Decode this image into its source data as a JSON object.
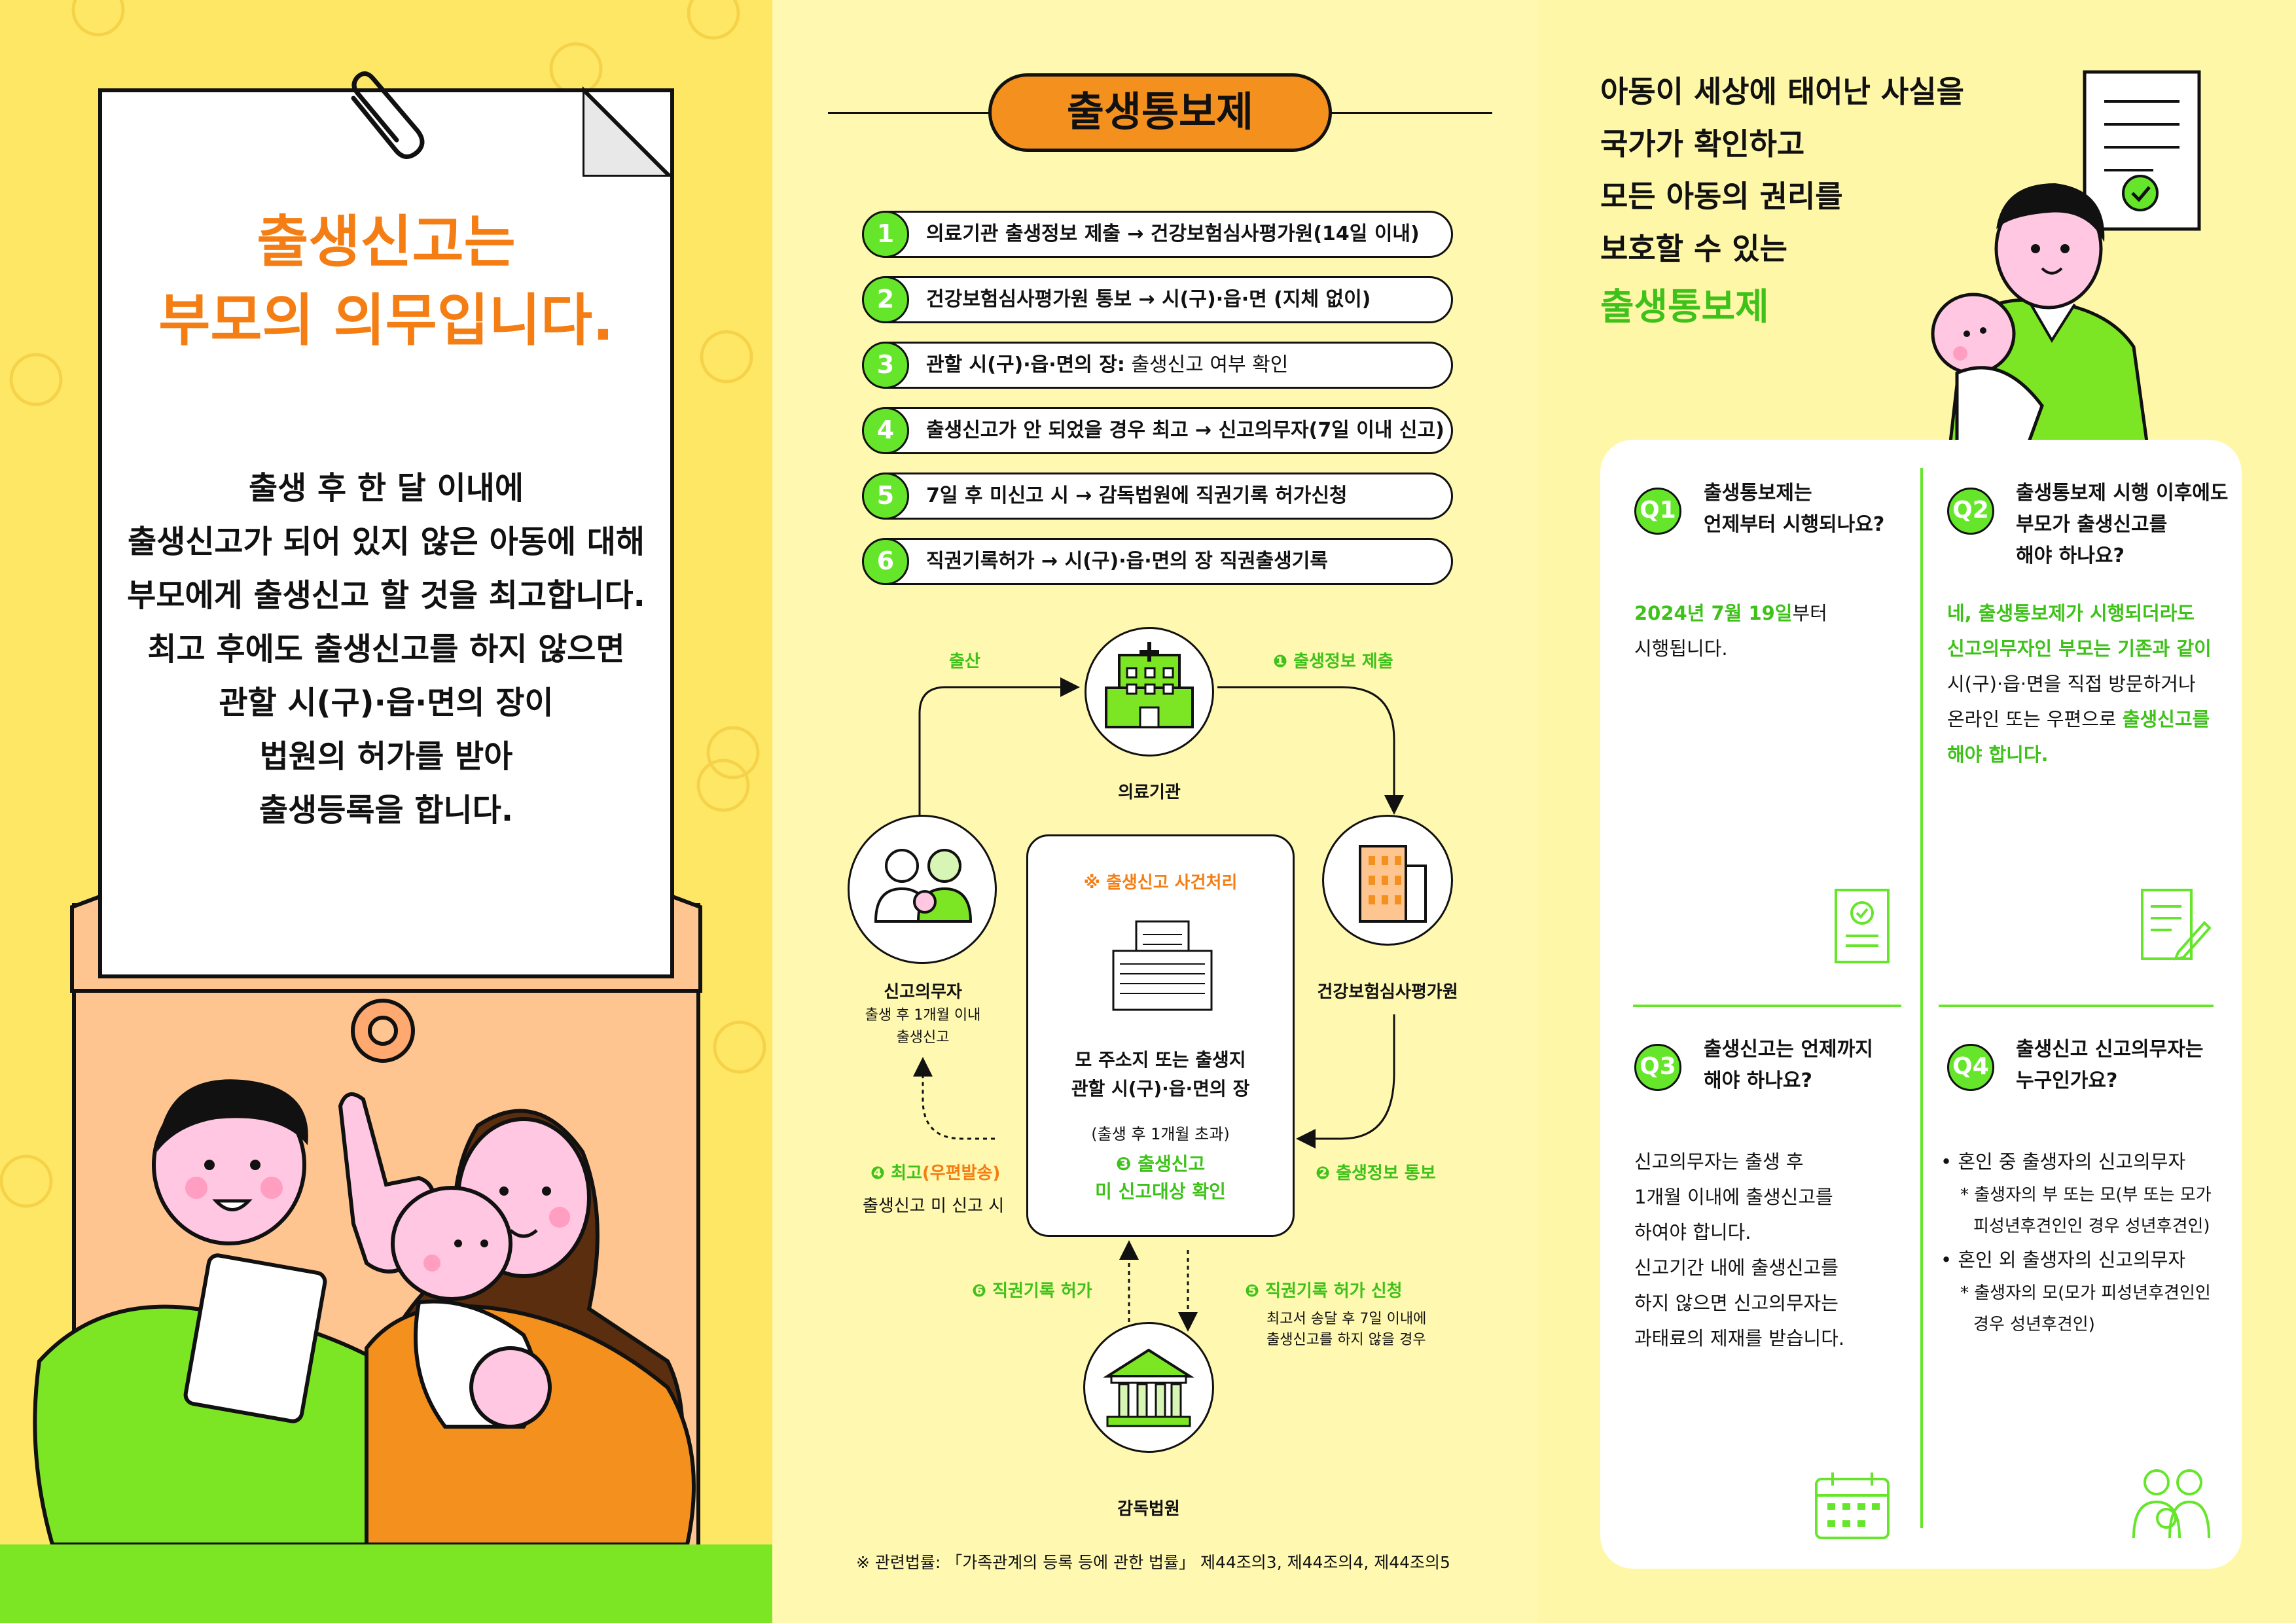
{
  "left": {
    "headline_1": "출생신고는",
    "headline_2": "부모의 의무입니다.",
    "body": [
      "출생 후 한 달 이내에",
      "출생신고가 되어 있지 않은 아동에 대해",
      "부모에게 출생신고 할 것을 최고합니다.",
      "최고 후에도 출생신고를 하지 않으면",
      "관할 시(구)·읍·면의 장이",
      "법원의 허가를 받아",
      "출생등록을 합니다."
    ]
  },
  "mid": {
    "title": "출생통보제",
    "steps": [
      {
        "num": "1",
        "text": "의료기관 출생정보 제출 → 건강보험심사평가원(14일 이내)"
      },
      {
        "num": "2",
        "text": "건강보험심사평가원 통보 → 시(구)·읍·면 (지체 없이)"
      },
      {
        "num": "3",
        "text": "관할 시(구)·읍·면의 장:",
        "extra": " 출생신고 여부 확인"
      },
      {
        "num": "4",
        "text": "출생신고가 안 되었을 경우 최고 → 신고의무자(7일 이내 신고)"
      },
      {
        "num": "5",
        "text": "7일 후 미신고 시 → 감독법원에 직권기록 허가신청"
      },
      {
        "num": "6",
        "text": "직권기록허가 → 시(구)·읍·면의 장 직권출생기록"
      }
    ],
    "flow": {
      "birth": "출산",
      "label_1": "❶ 출생정보 제출",
      "hospital": "의료기관",
      "hira": "건강보험심사평가원",
      "label_2": "❷ 출생정보 통보",
      "center_title": "※ 출생신고 사건처리",
      "center_line1": "모 주소지 또는 출생지",
      "center_line2": "관할 시(구)·읍·면의 장",
      "center_note": "(출생 후 1개월 초과)",
      "center_step3_a": "❸ 출생신고",
      "center_step3_b": "미 신고대상 확인",
      "reporter": "신고의무자",
      "reporter_sub1": "출생 후 1개월 이내",
      "reporter_sub2": "출생신고",
      "label_4a": "❹ 최고",
      "label_4b": "(우편발송)",
      "label_4_sub": "출생신고 미 신고 시",
      "label_6": "❻ 직권기록 허가",
      "label_5": "❺ 직권기록 허가 신청",
      "label_5_sub1": "최고서 송달 후 7일 이내에",
      "label_5_sub2": "출생신고를 하지 않을 경우",
      "court": "감독법원"
    },
    "footnote": "※ 관련법률: 「가족관계의 등록 등에 관한 법률」 제44조의3, 제44조의4, 제44조의5"
  },
  "right": {
    "intro": [
      "아동이 세상에 태어난 사실을",
      "국가가 확인하고",
      "모든 아동의 권리를",
      "보호할 수 있는"
    ],
    "intro_highlight": "출생통보제",
    "q1": {
      "badge": "Q1",
      "q1": "출생통보제는",
      "q2": "언제부터 시행되나요?",
      "a_hl": "2024년 7월 19일",
      "a_1": "부터",
      "a_2": "시행됩니다."
    },
    "q2": {
      "badge": "Q2",
      "q1": "출생통보제 시행 이후에도",
      "q2": "부모가 출생신고를",
      "q3": "해야 하나요?",
      "a_1": "네, 출생통보제가 시행되더라도",
      "a_2": "신고의무자인 부모는 기존과 같이",
      "a_3": "시(구)·읍·면을 직접 방문하거나",
      "a_4": "온라인 또는 우편으로 ",
      "a_4hl": "출생신고를",
      "a_5": "해야 합니다."
    },
    "q3": {
      "badge": "Q3",
      "q1": "출생신고는 언제까지",
      "q2": "해야 하나요?",
      "a": [
        "신고의무자는 출생 후",
        "1개월 이내에 출생신고를",
        "하여야 합니다.",
        "신고기간 내에 출생신고를",
        "하지 않으면 신고의무자는",
        "과태료의 제재를 받습니다."
      ]
    },
    "q4": {
      "badge": "Q4",
      "q1": "출생신고 신고의무자는",
      "q2": "누구인가요?",
      "b1": "• 혼인 중 출생자의 신고의무자",
      "b1s1": "* 출생자의 부 또는 모(부 또는 모가",
      "b1s2": "피성년후견인인 경우 성년후견인)",
      "b2": "• 혼인 외 출생자의 신고의무자",
      "b2s1": "* 출생자의 모(모가 피성년후견인인",
      "b2s2": "경우 성년후견인)"
    }
  },
  "colors": {
    "orange": "#f47e14",
    "green": "#66e62b",
    "yellow": "#ffe766",
    "envelope": "#ffc590"
  }
}
